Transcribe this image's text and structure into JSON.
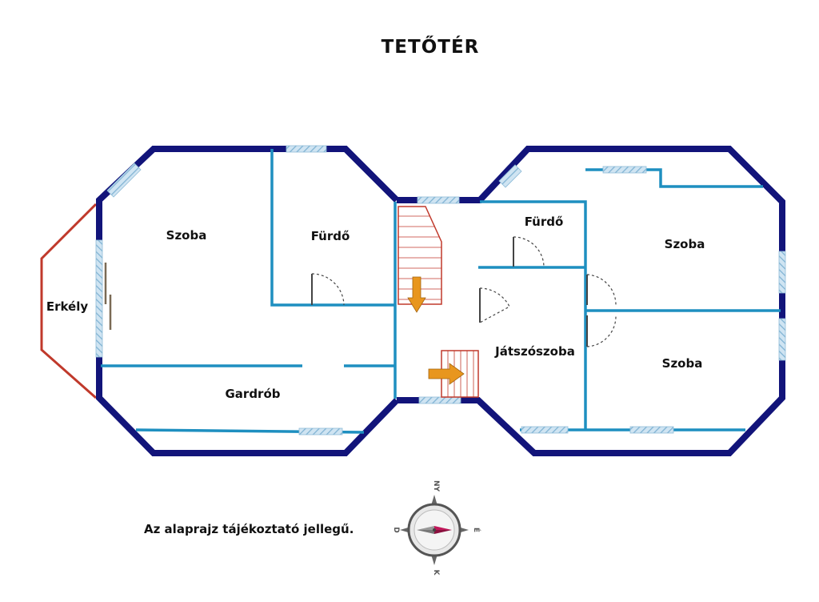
{
  "title": "TETŐTÉR",
  "rooms": {
    "szoba_left": "Szoba",
    "furdo_left": "Fürdő",
    "erkely": "Erkély",
    "gardrob": "Gardrób",
    "furdo_right": "Fürdő",
    "szoba_right_top": "Szoba",
    "jatszoszoba": "Játszószoba",
    "szoba_right_bottom": "Szoba"
  },
  "note": "Az alaprajz tájékoztató jellegű.",
  "compass": {
    "north": "NY",
    "east": "É",
    "south": "K",
    "west": "D"
  },
  "colors": {
    "outer_wall": "#12147a",
    "inner_wall": "#1e8fc0",
    "window": "#a8cfe6",
    "balcony": "#c0392b",
    "stair": "#c0392b",
    "arrow": "#e8961e"
  }
}
